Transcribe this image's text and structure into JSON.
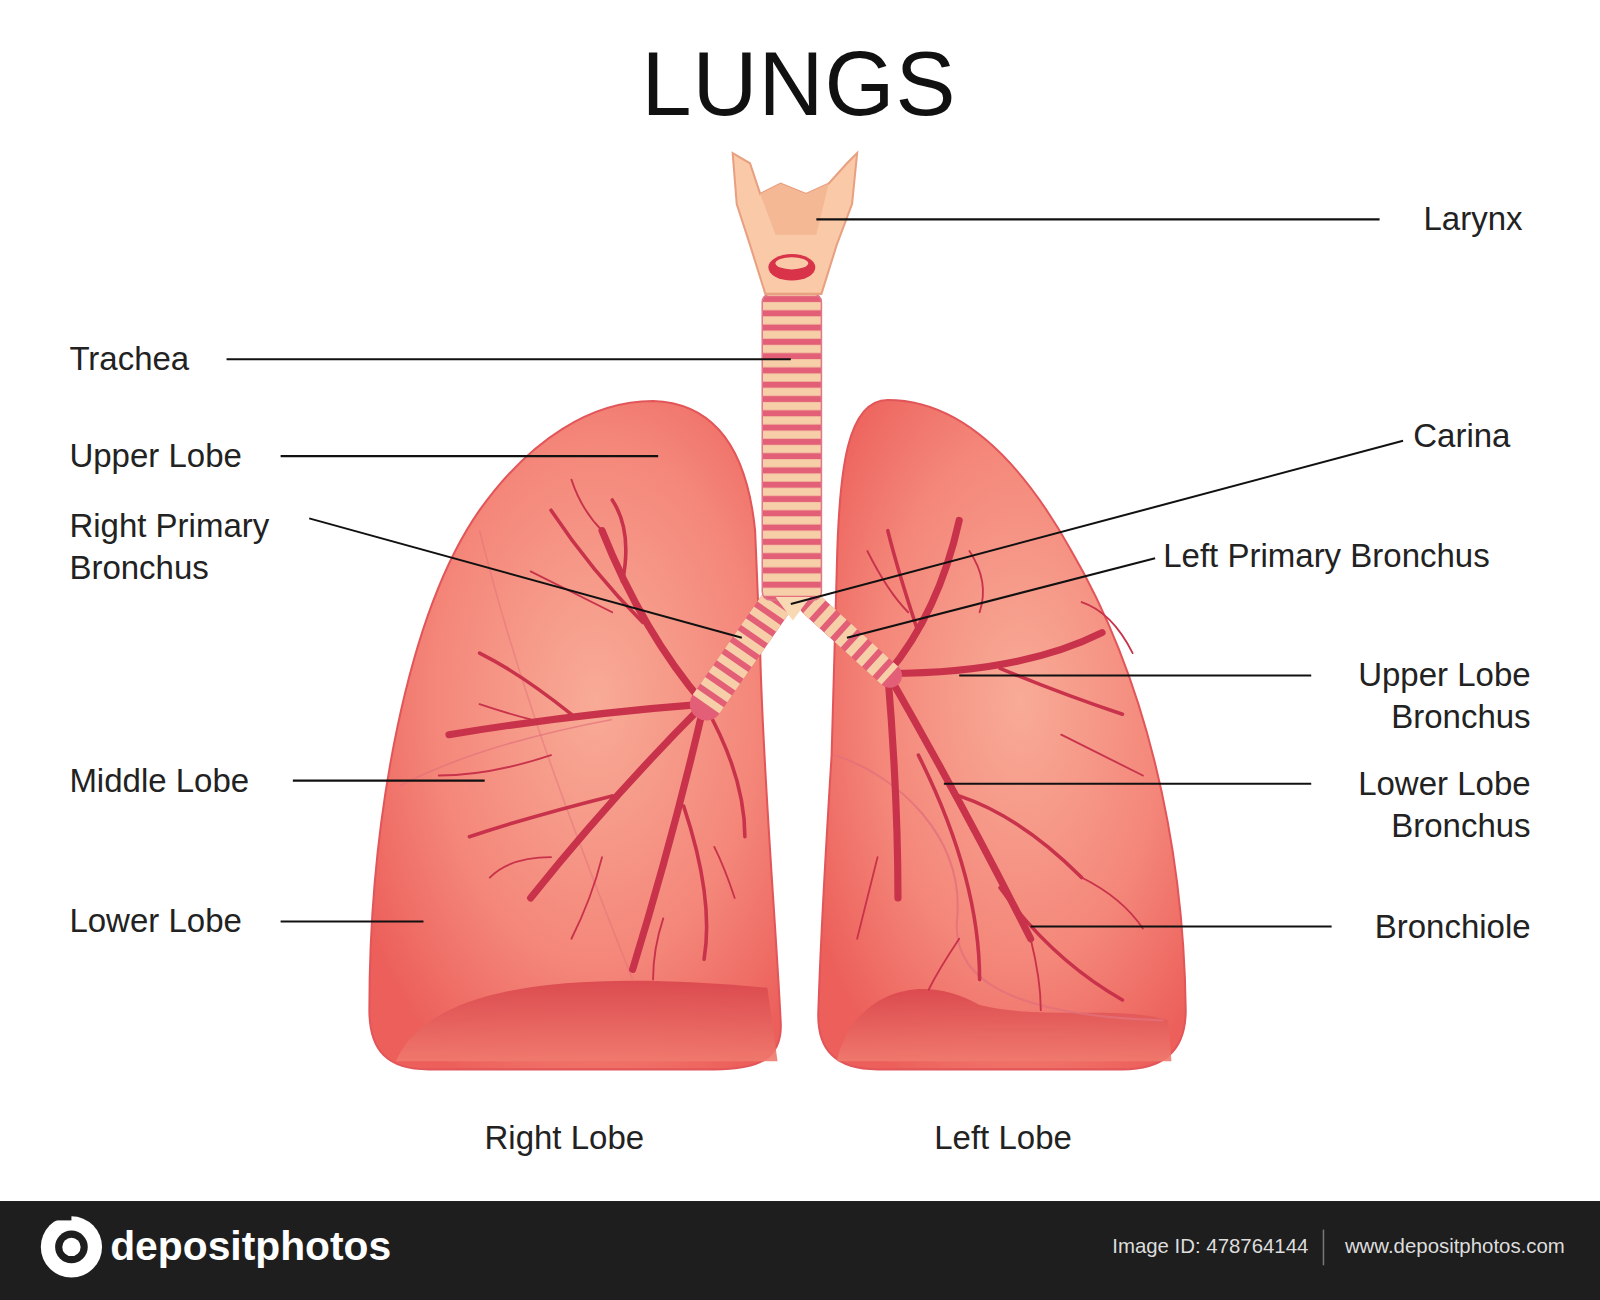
{
  "diagram": {
    "title": "LUNGS",
    "labels": [
      "Larynx",
      "Trachea",
      "Upper Lobe",
      "Right Primary Bronchus",
      "Carina",
      "Left Primary Bronchus",
      "Upper Lobe Bronchus",
      "Middle Lobe",
      "Lower Lobe Bronchus",
      "Lower Lobe",
      "Bronchiole",
      "Right Lobe",
      "Left Lobe",
      "depositphotos",
      "Image ID: 478764144",
      "www.depositphotos.com"
    ]
  }
}
